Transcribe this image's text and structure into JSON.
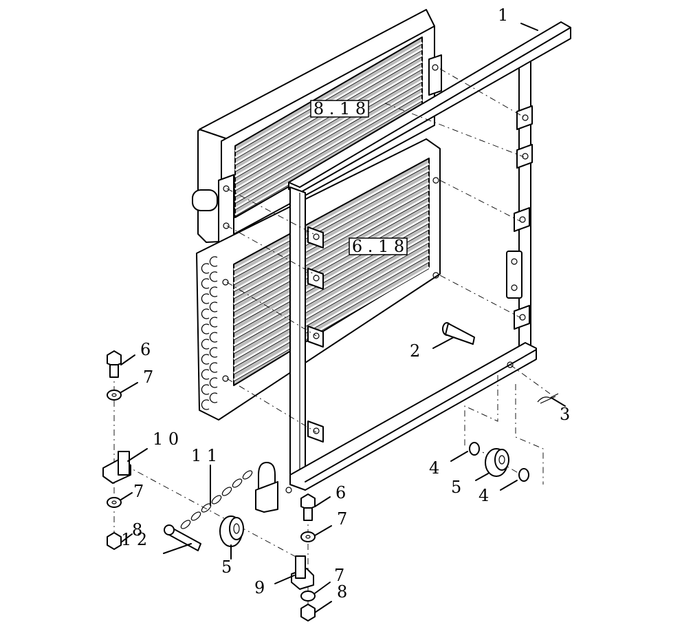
{
  "callouts": [
    {
      "id": "c1",
      "text": "1"
    },
    {
      "id": "c2",
      "text": "2"
    },
    {
      "id": "c3",
      "text": "3"
    },
    {
      "id": "c4a",
      "text": "4"
    },
    {
      "id": "c4b",
      "text": "4"
    },
    {
      "id": "c5a",
      "text": "5"
    },
    {
      "id": "c5b",
      "text": "5"
    },
    {
      "id": "c6a",
      "text": "6"
    },
    {
      "id": "c6b",
      "text": "6"
    },
    {
      "id": "c7a",
      "text": "7"
    },
    {
      "id": "c7b",
      "text": "7"
    },
    {
      "id": "c7c",
      "text": "7"
    },
    {
      "id": "c7d",
      "text": "7"
    },
    {
      "id": "c8a",
      "text": "8"
    },
    {
      "id": "c8b",
      "text": "8"
    },
    {
      "id": "c9",
      "text": "9"
    },
    {
      "id": "c10",
      "text": "1 0"
    },
    {
      "id": "c11",
      "text": "1 1"
    },
    {
      "id": "c12",
      "text": "1 2"
    }
  ],
  "references": {
    "upper_radiator": "8 . 1 8",
    "lower_condenser": "6 . 1 8"
  }
}
